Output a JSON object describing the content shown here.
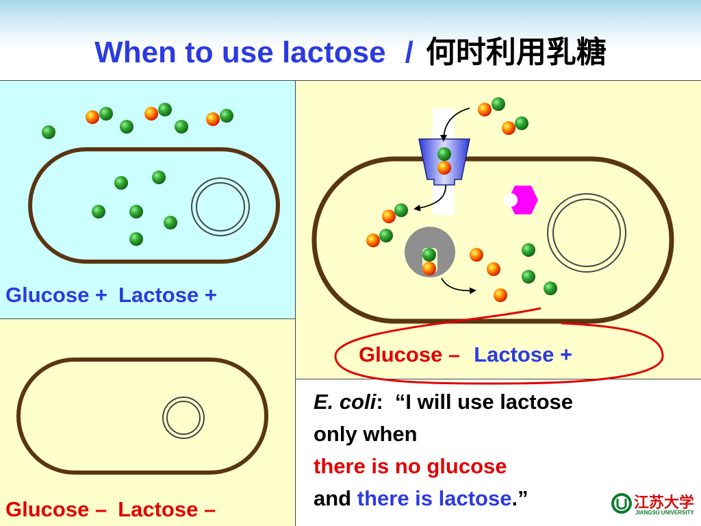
{
  "title": {
    "en": "When to use lactose",
    "separator": "/",
    "cn": "何时利用乳糖"
  },
  "panels": {
    "top_left": {
      "glucose": "Glucose +",
      "lactose": "Lactose +"
    },
    "bottom_left": {
      "glucose": "Glucose –",
      "lactose": "Lactose –"
    },
    "top_right": {
      "glucose": "Glucose –",
      "lactose": "Lactose +"
    }
  },
  "quote": {
    "organism": "E. coli",
    "colon": ":",
    "line1": "“I will use lactose only when",
    "line2": "there is no glucose",
    "line3_a": "and",
    "line3_b": "there is lactose",
    "line3_c": ".”"
  },
  "logo": {
    "cn": "江苏大学",
    "en": "JIANGSU UNIVERSITY"
  },
  "colors": {
    "title": "#2b3be0",
    "glucose_molecule": "#2ea82e",
    "galactose_molecule": "#ff8c00",
    "cell_wall": "#5a3512",
    "emphasis_red": "#e00000",
    "hexagon": "#ff00ff"
  }
}
